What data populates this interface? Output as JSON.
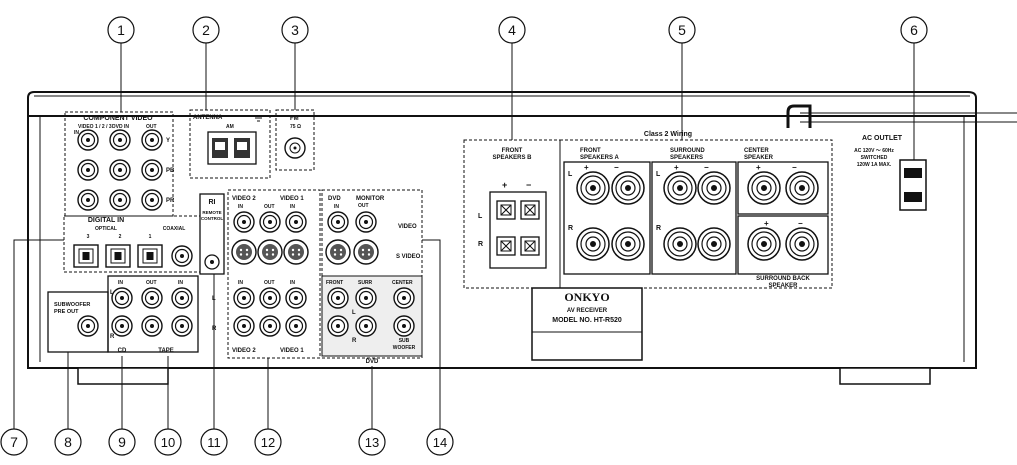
{
  "callouts": [
    "1",
    "2",
    "3",
    "4",
    "5",
    "6",
    "7",
    "8",
    "9",
    "10",
    "11",
    "12",
    "13",
    "14"
  ],
  "labels": {
    "component_video": "COMPONENT VIDEO",
    "video_123_in": "VIDEO 1 / 2 / 3",
    "in": "IN",
    "dvd_in": "DVD IN",
    "out": "OUT",
    "y": "Y",
    "pb": "PB",
    "pr": "PR",
    "antenna": "ANTENNA",
    "am": "AM",
    "fm": "FM",
    "fm_ohm": "75 Ω",
    "class2": "Class 2 Wiring",
    "front_b": "FRONT",
    "speakers_b": "SPEAKERS B",
    "front_a": "FRONT",
    "speakers_a": "SPEAKERS A",
    "surround": "SURROUND",
    "speakers": "SPEAKERS",
    "center": "CENTER",
    "speaker": "SPEAKER",
    "surround_back": "SURROUND BACK",
    "speaker2": "SPEAKER",
    "ac_outlet": "AC OUTLET",
    "ac_spec1": "AC 120V ～ 60Hz",
    "ac_spec2": "SWITCHED",
    "ac_spec3": "120W  1A MAX.",
    "digital_in": "DIGITAL IN",
    "optical": "OPTICAL",
    "coaxial": "COAXIAL",
    "opt3": "3",
    "opt2": "2",
    "opt1": "1",
    "ri": "RI",
    "remote_control": "REMOTE",
    "remote_control2": "CONTROL",
    "video2": "VIDEO 2",
    "video1": "VIDEO 1",
    "dvd": "DVD",
    "monitor": "MONITOR",
    "monitor_out": "OUT",
    "video": "VIDEO",
    "s_video": "S VIDEO",
    "subwoofer": "SUBWOOFER",
    "pre_out": "PRE OUT",
    "cd": "CD",
    "tape": "TAPE",
    "l": "L",
    "r": "R",
    "plus": "+",
    "minus": "−",
    "front": "FRONT",
    "surr": "SURR",
    "sub": "SUB",
    "woofer": "WOOFER",
    "brand": "ONKYO",
    "model1": "AV RECEIVER",
    "model2": "MODEL NO. HT-R520"
  }
}
